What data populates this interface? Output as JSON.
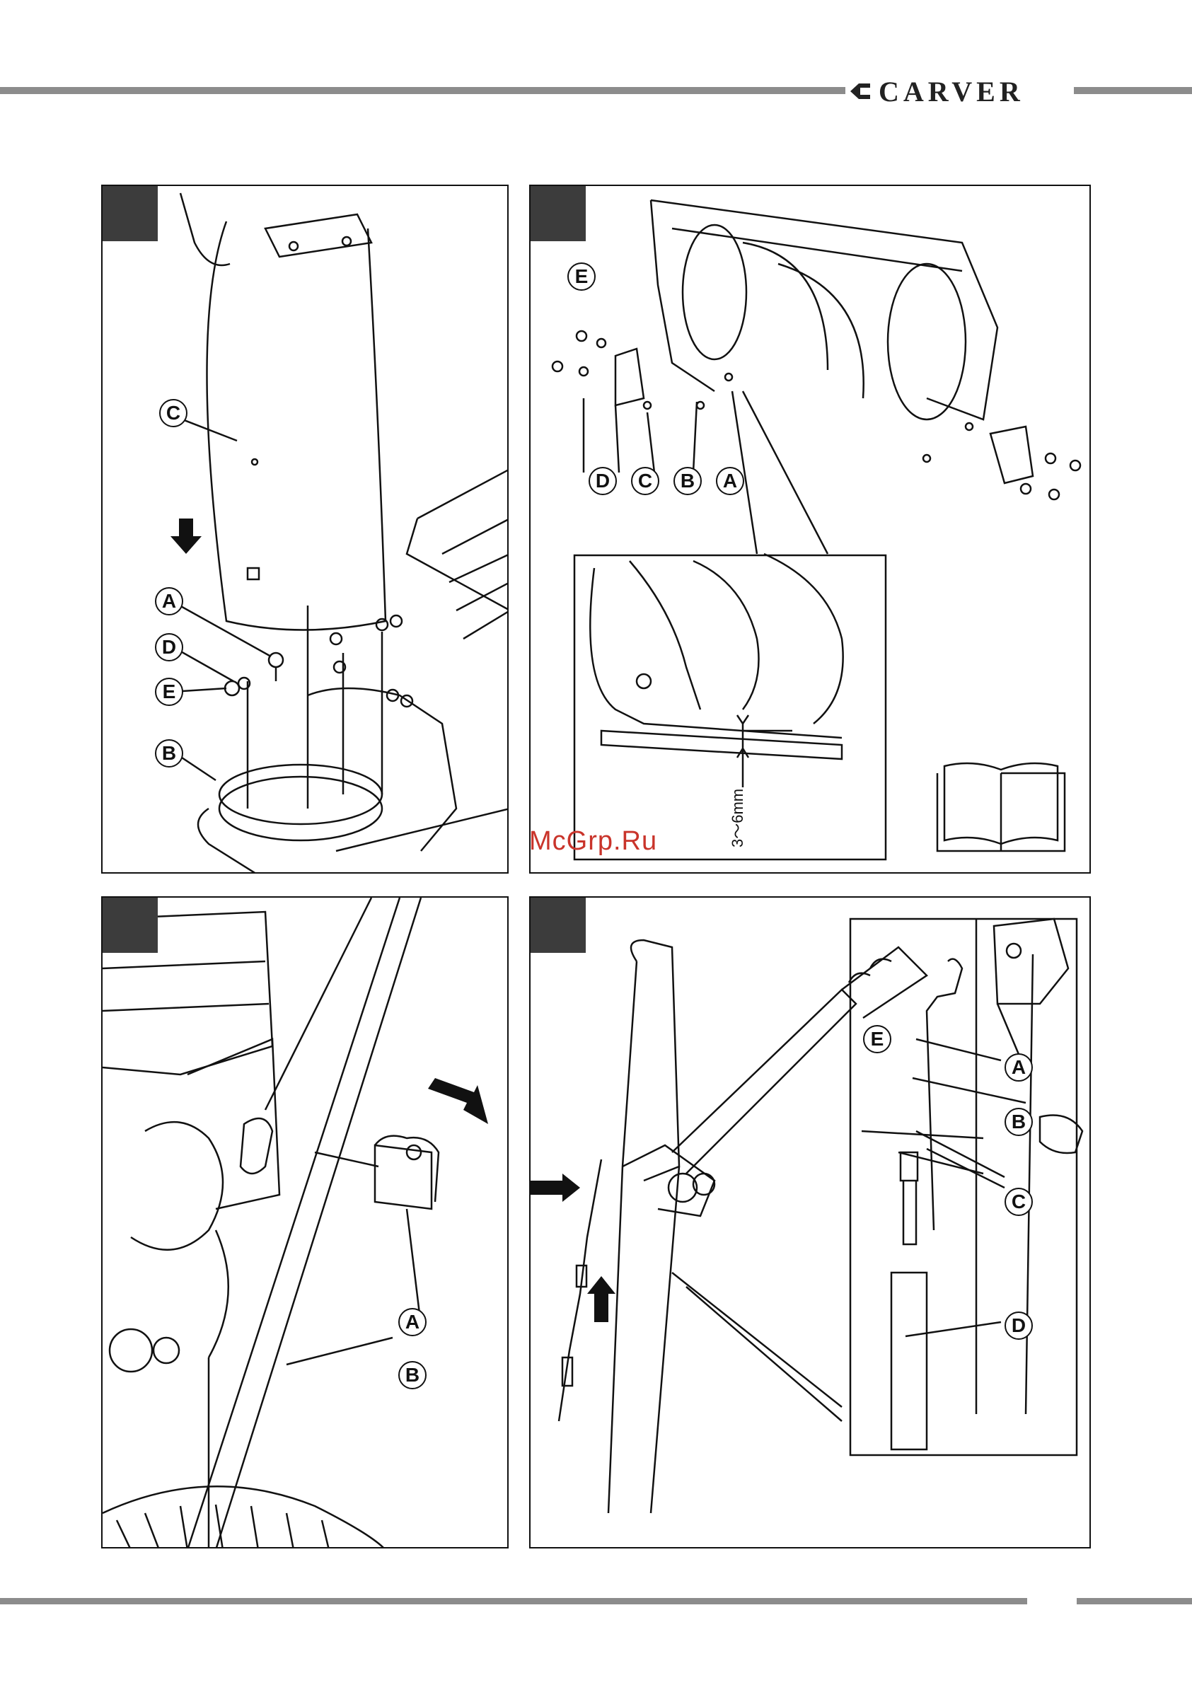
{
  "header": {
    "brand": "CARVER"
  },
  "watermark": "McGrp.Ru",
  "panel1": {
    "labels": {
      "a": "A",
      "b": "B",
      "c": "C",
      "d": "D",
      "e": "E"
    }
  },
  "panel2": {
    "labels": {
      "a": "A",
      "b": "B",
      "c": "C",
      "d": "D",
      "e": "E"
    },
    "gap_label": "3～6mm"
  },
  "panel3": {
    "labels": {
      "a": "A",
      "b": "B"
    }
  },
  "panel4": {
    "labels": {
      "a": "A",
      "b": "B",
      "c": "C",
      "d": "D",
      "e": "E"
    }
  },
  "colors": {
    "rule": "#8c8c8c",
    "corner": "#3c3c3c",
    "watermark": "#c9342b"
  }
}
